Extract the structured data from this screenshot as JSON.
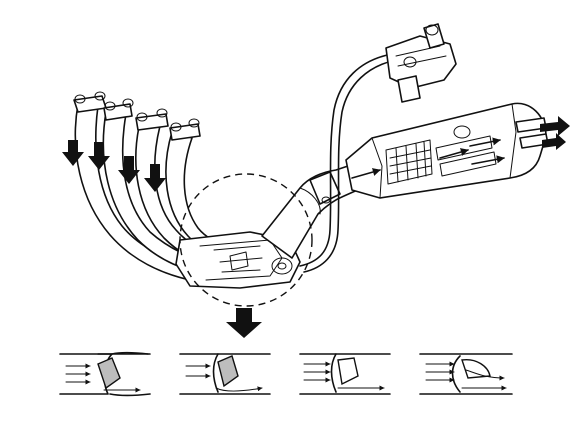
{
  "colors": {
    "ink": "#111111",
    "background": "#ffffff",
    "valve_fill": "#bdbdbd"
  },
  "valve_panels": [
    {
      "state": "closed",
      "valve_open_fraction": 0.0
    },
    {
      "state": "partially open",
      "valve_open_fraction": 0.33
    },
    {
      "state": "mostly open",
      "valve_open_fraction": 0.66
    },
    {
      "state": "fully open",
      "valve_open_fraction": 1.0
    }
  ]
}
